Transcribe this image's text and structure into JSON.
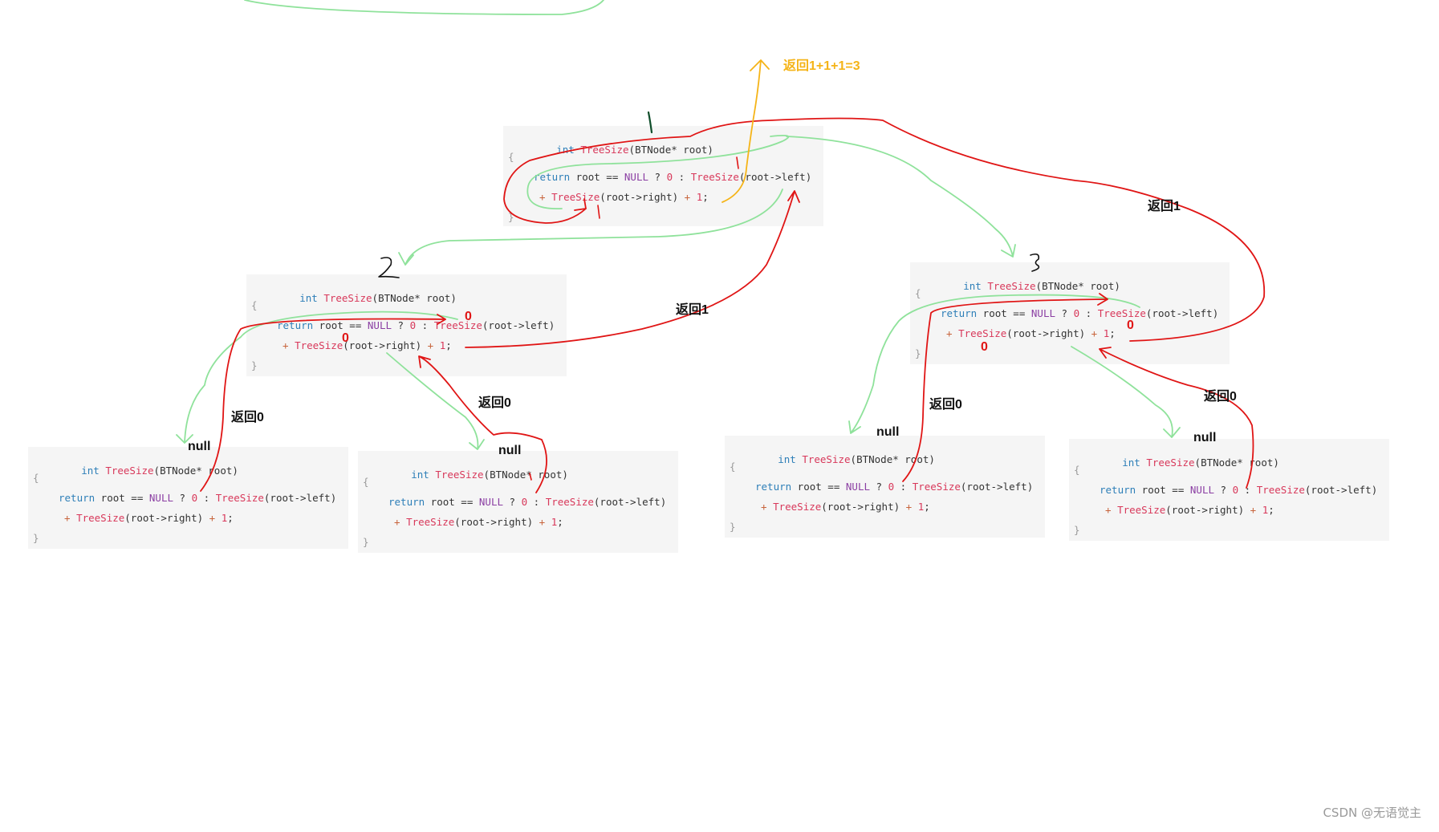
{
  "code": {
    "sig_type": "int",
    "sig_fn": "TreeSize",
    "sig_param": "(BTNode* root)",
    "open_brace": "{",
    "ret_kw": "return",
    "ret_mid": " root == ",
    "ret_null": "NULL",
    "ret_q": " ? ",
    "ret_zero": "0",
    "ret_colon": " : ",
    "ret_fn": "TreeSize",
    "ret_left": "(root->left)",
    "l2_plus": "+ ",
    "l2_fn": "TreeSize",
    "l2_right": "(root->right) ",
    "l2_plus2": "+ ",
    "l2_one": "1",
    "l2_semi": ";",
    "close_brace": "}"
  },
  "annotations": {
    "return_total": "返回1+1+1=3",
    "return_1_right": "返回1",
    "return_1_left": "返回1",
    "return_0_a": "返回0",
    "return_0_b": "返回0",
    "return_0_c": "返回0",
    "return_0_d": "返回0",
    "null_a": "null",
    "null_b": "null",
    "null_c": "null",
    "null_d": "null",
    "zero_a": "0",
    "zero_b": "0",
    "zero_c": "0",
    "zero_d": "0"
  },
  "watermark": "CSDN @无语觉主",
  "colors": {
    "green_path": "#8fe29b",
    "red_path": "#e01515",
    "orange_path": "#f5b418",
    "code_bg": "#f5f5f5"
  }
}
